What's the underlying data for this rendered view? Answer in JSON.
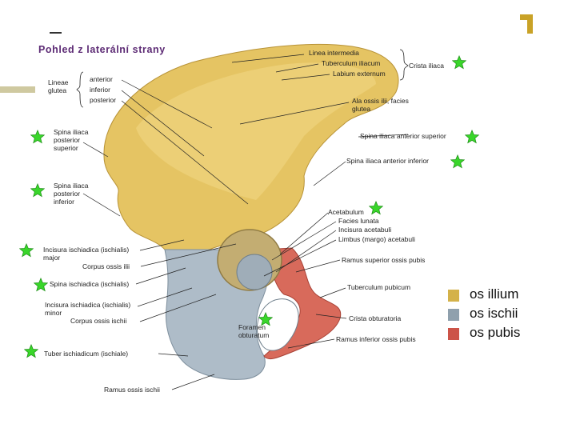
{
  "header": {
    "title": "Pohled z laterální strany"
  },
  "labels": {
    "linea_intermedia": "Linea intermedia",
    "tuberculum_iliacum": "Tuberculum iliacum",
    "labium_externum": "Labium externum",
    "crista_iliaca": "Crista iliaca",
    "lineae_gluteae": "Lineae glutea",
    "anterior": "anterior",
    "inferior": "inferior",
    "posterior": "posterior",
    "ala_ossis_ilii": "Ala ossis ilii, facies glutea",
    "sias": "Spina iliaca anterior superior",
    "siai": "Spina iliaca anterior inferior",
    "sips": "Spina iliaca posterior superior",
    "sipi": "Spina iliaca posterior inferior",
    "acetabulum": "Acetabulum",
    "facies_lunata": "Facies lunata",
    "incisura_acetabuli": "Incisura acetabuli",
    "limbus": "Limbus (margo) acetabuli",
    "incisura_major": "Incisura ischiadica (ischialis) major",
    "corpus_ilii": "Corpus ossis ilii",
    "ramus_superior_pubis": "Ramus superior ossis pubis",
    "spina_ischiadica": "Spina ischiadica (ischialis)",
    "tuberculum_pubicum": "Tuberculum pubicum",
    "incisura_minor": "Incisura ischiadica (ischialis) minor",
    "corpus_ischii": "Corpus ossis ischii",
    "foramen_obturatum": "Foramen obturatum",
    "crista_obturatoria": "Crista obturatoria",
    "tuber_ischiadicum": "Tuber ischiadicum (ischiale)",
    "ramus_inferior_pubis": "Ramus inferior ossis pubis",
    "ramus_ischii": "Ramus ossis ischii"
  },
  "legend": [
    {
      "label": "os illium",
      "color": "#d4b24a"
    },
    {
      "label": "os ischii",
      "color": "#8fa0ad"
    },
    {
      "label": "os pubis",
      "color": "#cc5448"
    }
  ],
  "colors": {
    "title": "#5c2a74",
    "ilium": "#e2c15e",
    "ischium": "#a9b7c2",
    "pubis": "#d7695a",
    "star": "#39d62a",
    "accent": "#c9a227"
  },
  "icons": {
    "star": "star-icon",
    "corner": "corner-bracket-icon"
  }
}
